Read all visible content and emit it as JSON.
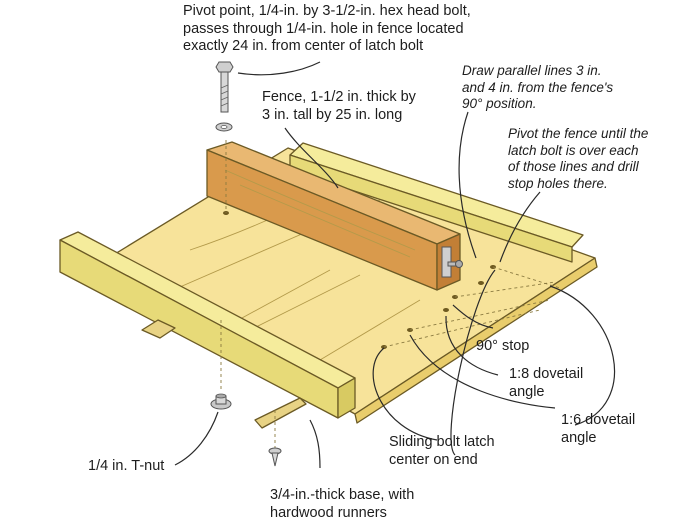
{
  "labels": {
    "pivot_point": "Pivot point, 1/4-in. by 3-1/2-in. hex head bolt,\npasses through 1/4-in. hole in fence located\nexactly 24 in. from center of latch bolt",
    "fence": "Fence, 1-1/2 in. thick by\n3 in. tall by 25 in. long",
    "parallel_lines": "Draw parallel lines 3 in.\nand 4 in. from the fence's\n90° position.",
    "pivot_fence": "Pivot the fence until the\nlatch bolt is over each\nof those lines and drill\nstop holes there.",
    "stop_90": "90° stop",
    "dovetail_1_8": "1:8 dovetail\nangle",
    "dovetail_1_6": "1:6 dovetail\nangle",
    "latch": "Sliding bolt latch\ncenter on end",
    "tnut": "1/4 in. T-nut",
    "base": "3/4-in.-thick base, with\nhardwood runners"
  },
  "colors": {
    "plywood": "#f7e39a",
    "plywood_shade": "#e9cd6c",
    "rail_top": "#f5ec9c",
    "rail_side": "#e7da78",
    "fence_front": "#d99a4c",
    "fence_top": "#e9b872",
    "fence_end": "#c27f36",
    "runner": "#e8d385",
    "metal": "#c9c9c9"
  },
  "icons": [
    "hex-bolt-icon",
    "washer-icon",
    "t-nut-icon",
    "screw-icon",
    "latch-bolt-icon"
  ]
}
